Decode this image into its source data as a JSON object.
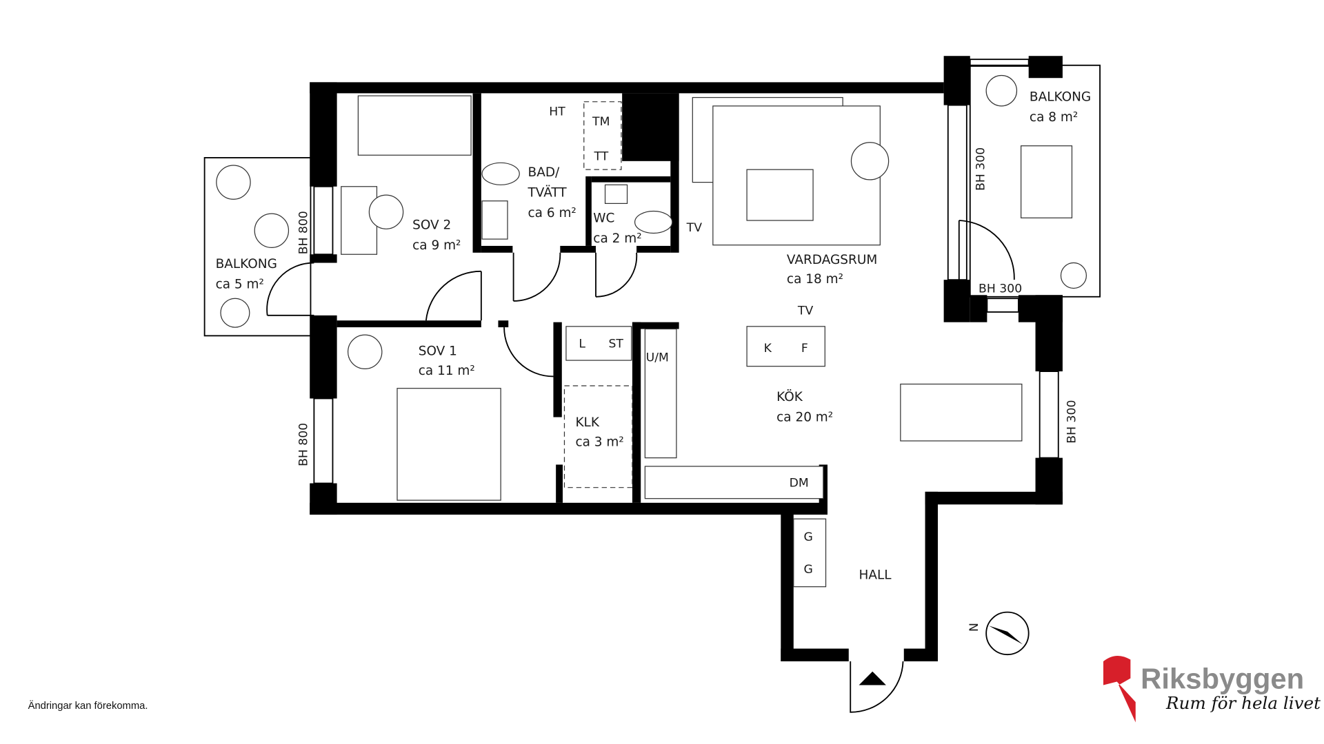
{
  "rooms": [
    {
      "name": "SOV 2",
      "area": "ca 9 m²"
    },
    {
      "name": "BAD/",
      "name2": "TVÄTT",
      "area": "ca 6 m²"
    },
    {
      "name": "WC",
      "area": "ca 2 m²"
    },
    {
      "name": "VARDAGSRUM",
      "area": "ca 18 m²"
    },
    {
      "name": "BALKONG",
      "area": "ca 8 m²"
    },
    {
      "name": "BALKONG",
      "area": "ca 5 m²"
    },
    {
      "name": "SOV 1",
      "area": "ca 11 m²"
    },
    {
      "name": "KLK",
      "area": "ca 3 m²"
    },
    {
      "name": "KÖK",
      "area": "ca 20 m²"
    },
    {
      "name": "HALL"
    }
  ],
  "fixtures": {
    "ht": "HT",
    "tm": "TM",
    "tt": "TT",
    "tv1": "TV",
    "tv2": "TV",
    "l": "L",
    "st": "ST",
    "um": "U/M",
    "k": "K",
    "f": "F",
    "dm": "DM",
    "g1": "G",
    "g2": "G"
  },
  "windows": {
    "bh800a": "BH 800",
    "bh800b": "BH 800",
    "bh300a": "BH 300",
    "bh300b": "BH 300",
    "bh300c": "BH 300"
  },
  "compass": {
    "north": "N"
  },
  "footer": "Ändringar kan förekomma.",
  "logo": {
    "name": "Riksbyggen",
    "tagline": "Rum för hela livet",
    "color": "#d71f2a"
  }
}
